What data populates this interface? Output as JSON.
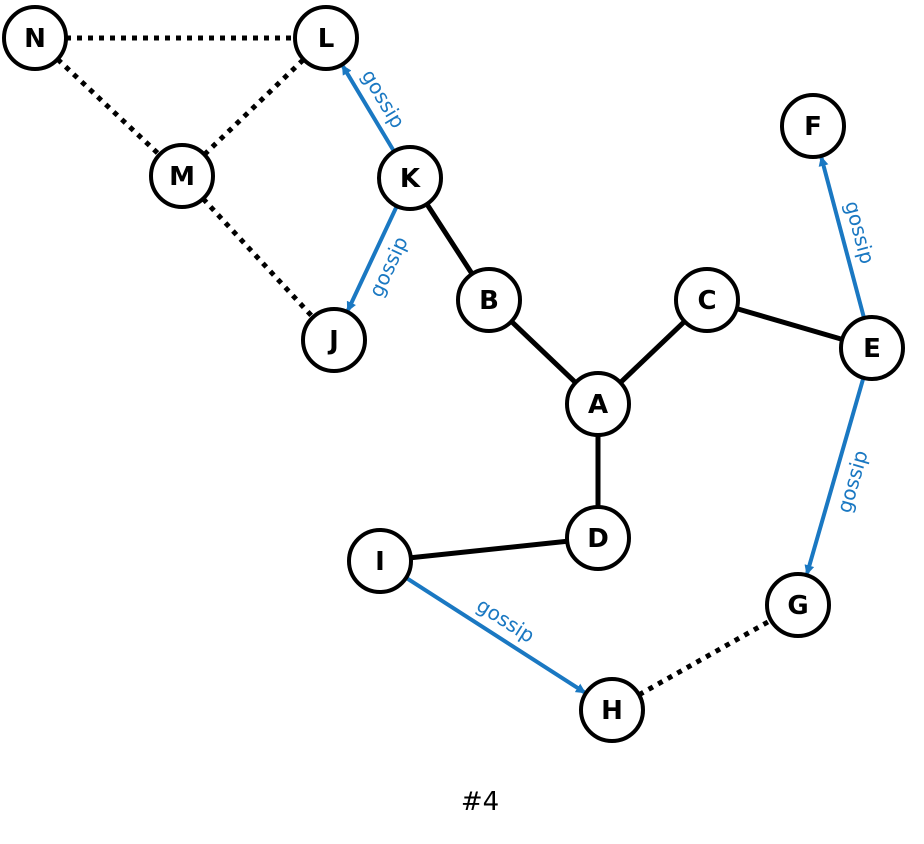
{
  "colors": {
    "gossip": "#1a78c2",
    "edge": "#000000"
  },
  "caption": "#4",
  "nodes": {
    "A": "A",
    "B": "B",
    "C": "C",
    "D": "D",
    "E": "E",
    "F": "F",
    "G": "G",
    "H": "H",
    "I": "I",
    "J": "J",
    "K": "K",
    "L": "L",
    "M": "M",
    "N": "N"
  },
  "edges": {
    "solid": [
      [
        "K",
        "B"
      ],
      [
        "B",
        "A"
      ],
      [
        "A",
        "C"
      ],
      [
        "C",
        "E"
      ],
      [
        "A",
        "D"
      ],
      [
        "D",
        "I"
      ]
    ],
    "dotted": [
      [
        "N",
        "L"
      ],
      [
        "N",
        "M"
      ],
      [
        "M",
        "L"
      ],
      [
        "M",
        "J"
      ],
      [
        "H",
        "G"
      ]
    ]
  },
  "gossip": [
    {
      "from": "K",
      "to": "L",
      "label": "gossip"
    },
    {
      "from": "K",
      "to": "J",
      "label": "gossip"
    },
    {
      "from": "E",
      "to": "F",
      "label": "gossip"
    },
    {
      "from": "E",
      "to": "G",
      "label": "gossip"
    },
    {
      "from": "I",
      "to": "H",
      "label": "gossip"
    }
  ]
}
